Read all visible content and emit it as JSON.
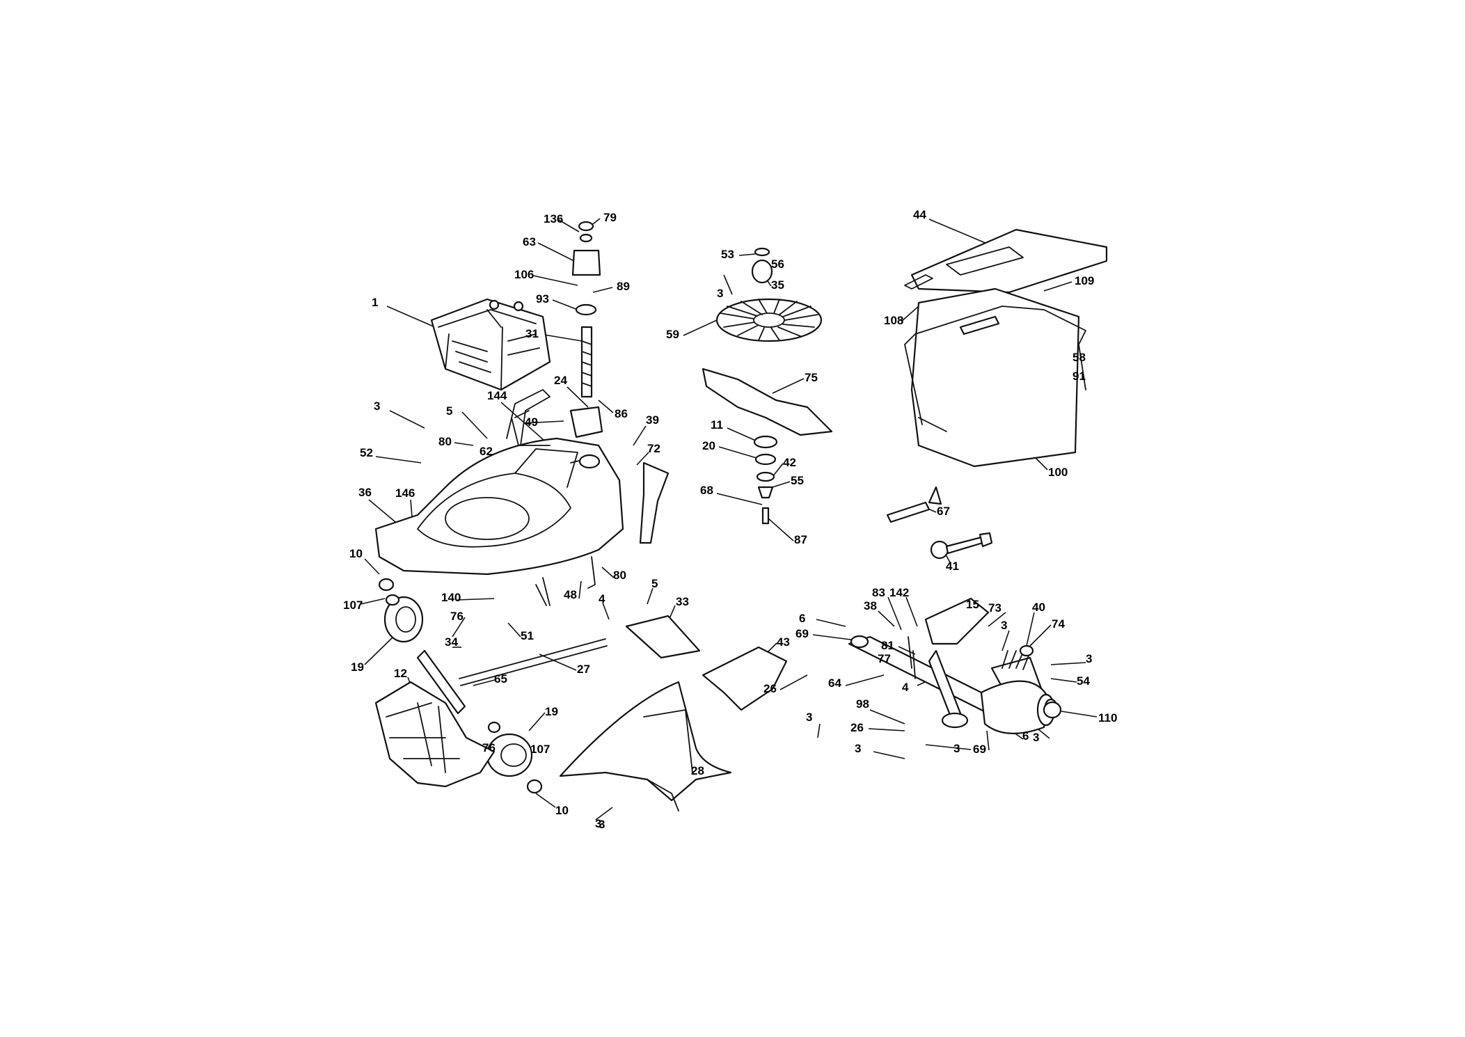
{
  "diagram": {
    "callouts": [
      "136",
      "79",
      "63",
      "106",
      "89",
      "93",
      "31",
      "24",
      "86",
      "53",
      "56",
      "3",
      "35",
      "59",
      "75",
      "11",
      "20",
      "42",
      "55",
      "68",
      "87",
      "44",
      "109",
      "108",
      "58",
      "91",
      "100",
      "67",
      "41",
      "1",
      "3",
      "5",
      "80",
      "144",
      "49",
      "52",
      "62",
      "39",
      "72",
      "36",
      "146",
      "10",
      "107",
      "19",
      "140",
      "51",
      "76",
      "34",
      "4",
      "27",
      "65",
      "12",
      "19",
      "76",
      "107",
      "10",
      "48",
      "80",
      "5",
      "33",
      "28",
      "3",
      "43",
      "26",
      "3",
      "6",
      "69",
      "64",
      "38",
      "83",
      "142",
      "81",
      "77",
      "4",
      "15",
      "73",
      "3",
      "40",
      "74",
      "3",
      "54",
      "110",
      "98",
      "26",
      "3",
      "3",
      "69",
      "6",
      "3",
      "3"
    ]
  }
}
